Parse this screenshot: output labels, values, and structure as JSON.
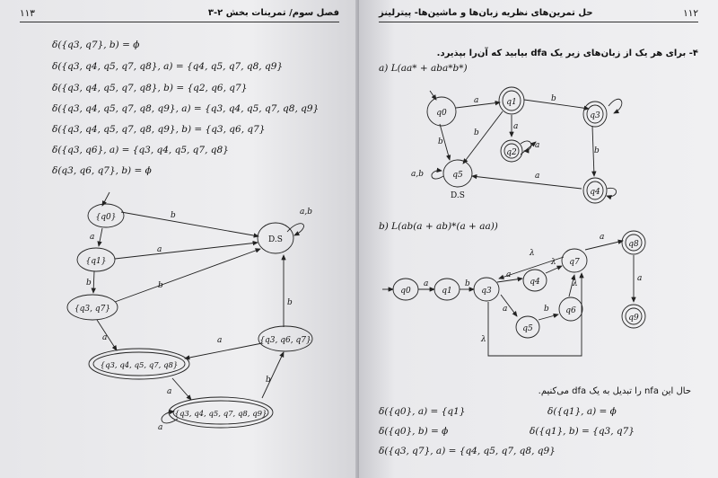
{
  "left_page": {
    "page_number": "۱۱۳",
    "running_title": "فصل سوم/ تمرینات بخش ۲-۳",
    "equations": [
      "δ({q3, q7}, b) = ϕ",
      "δ({q3, q4, q5, q7, q8}, a) = {q4, q5, q7, q8, q9}",
      "δ({q3, q4, q5, q7, q8}, b) = {q2, q6, q7}",
      "δ({q3, q4, q5, q7, q8, q9}, a) = {q3, q4, q5, q7, q8, q9}",
      "δ({q3, q4, q5, q7, q8, q9}, b) = {q3, q6, q7}",
      "δ({q3, q6}, a) = {q3, q4, q5, q7, q8}",
      "δ(q3, q6, q7}, b) = ϕ"
    ],
    "dfa": {
      "states": {
        "q0": "{q0}",
        "q1": "{q1}",
        "q3q7": "{q3, q7}",
        "ds": "D.S",
        "big1": "{q3, q4, q5, q7, q8}",
        "q3q6q7": "{q3, q6, q7}",
        "big2": "{q3, q4, q5, q7, q8, q9}"
      },
      "labels": {
        "a": "a",
        "b": "b",
        "ab": "a,b"
      }
    }
  },
  "right_page": {
    "page_number": "۱۱۲",
    "running_title": "حل تمرین‌های نظریه زبان‌ها و ماشین‌ها- پیترلینز",
    "problem": "۴- برای هر یک از زبان‌های زیر یک dfa بیابید که آن‌را بپذیرد.",
    "part_a": "a) L(aa* + aba*b*)",
    "part_b": "b) L(ab(a + ab)*(a + aa))",
    "nfa_a": {
      "states": {
        "q0": "q0",
        "q1": "q1",
        "q2": "q2",
        "q3": "q3",
        "q4": "q4",
        "q5": "q5"
      },
      "ds_label": "D.S",
      "labels": {
        "a": "a",
        "b": "b",
        "ab": "a,b"
      }
    },
    "nfa_b": {
      "states": {
        "q0": "q0",
        "q1": "q1",
        "q3": "q3",
        "q4": "q4",
        "q5": "q5",
        "q6": "q6",
        "q7": "q7",
        "q8": "q8",
        "q9": "q9"
      },
      "labels": {
        "a": "a",
        "b": "b",
        "lambda": "λ"
      }
    },
    "convert_text": "حال این nfa را تبدیل به یک dfa می‌کنیم.",
    "equations": [
      "δ({q0}, a) = {q1}",
      "δ({q1}, a) = ϕ",
      "δ({q0}, b) = ϕ",
      "δ({q1}, b) = {q3, q7}",
      "δ({q3, q7}, a) = {q4, q5, q7, q8, q9}"
    ]
  }
}
